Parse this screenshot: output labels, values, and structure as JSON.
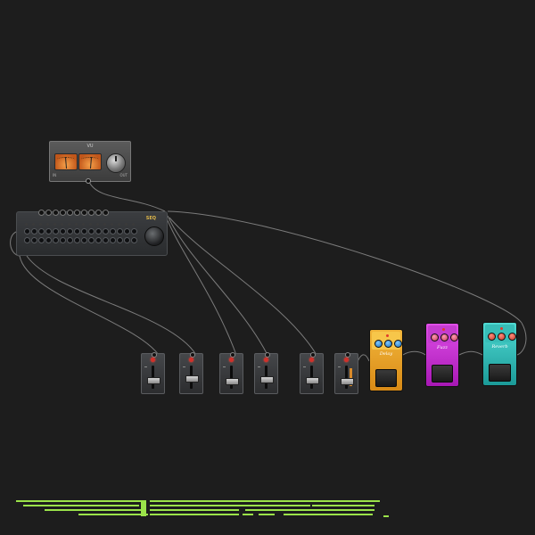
{
  "vu_meter": {
    "title": "VU",
    "footer_left": "IN",
    "footer_right": "OUT",
    "needle_left_value": 0.45,
    "needle_right_value": 0.55,
    "colors": {
      "window": "#f6a14a",
      "body": "#4a4a4a"
    }
  },
  "sequencer": {
    "brand": "SEQ",
    "steps": 16,
    "rows": 2,
    "header_jacks": 10
  },
  "faders": [
    {
      "id": "fader-1",
      "value": 0.35,
      "led_on": true,
      "accent": false
    },
    {
      "id": "fader-2",
      "value": 0.45,
      "led_on": true,
      "accent": false
    },
    {
      "id": "fader-3",
      "value": 0.3,
      "led_on": true,
      "accent": false
    },
    {
      "id": "fader-4",
      "value": 0.4,
      "led_on": true,
      "accent": false
    },
    {
      "id": "fader-5",
      "value": 0.35,
      "led_on": true,
      "accent": false
    },
    {
      "id": "fader-6",
      "value": 0.3,
      "led_on": true,
      "accent": true
    }
  ],
  "pedals": [
    {
      "id": "pedal-yellow",
      "name": "Delay",
      "color": "#f2b53a",
      "knobs": 3
    },
    {
      "id": "pedal-magenta",
      "name": "Fuzz",
      "color": "#e04fe8",
      "knobs": 3
    },
    {
      "id": "pedal-cyan",
      "name": "Reverb",
      "color": "#4fd9d2",
      "knobs": 3
    }
  ],
  "colors": {
    "background": "#1d1d1d",
    "cable": "#9a9a9a",
    "status_green": "#9be34a"
  },
  "icons": {
    "vu_knob": "knob-icon",
    "seq_knob": "knob-icon",
    "fader_led": "led-icon",
    "pedal_footswitch": "footswitch-icon",
    "jack": "jack-icon"
  }
}
